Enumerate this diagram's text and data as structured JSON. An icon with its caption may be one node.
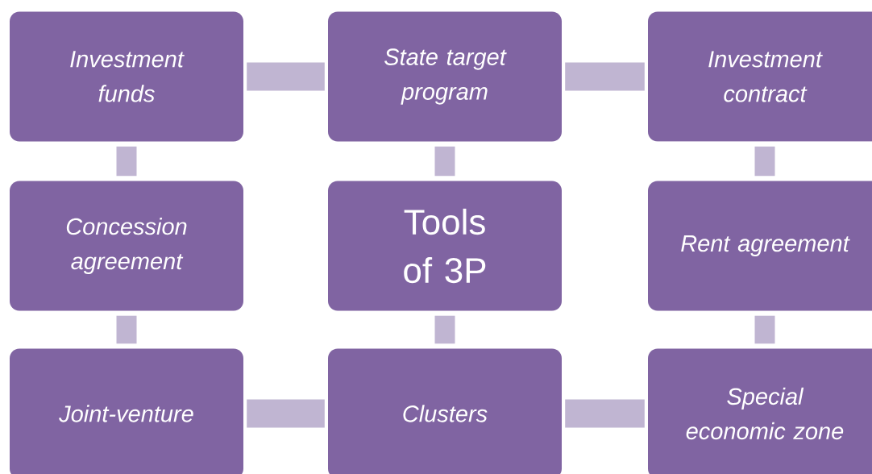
{
  "diagram": {
    "nodes": [
      {
        "text": [
          "Investment funds"
        ]
      },
      {
        "text": [
          "State target program"
        ]
      },
      {
        "text": [
          "Investment contract"
        ]
      },
      {
        "text": [
          "Concession agreement"
        ]
      },
      {
        "text": [
          "Tools of 3P"
        ]
      },
      {
        "text": [
          "Rent agreement"
        ]
      },
      {
        "text": [
          "Joint-venture"
        ]
      },
      {
        "text": [
          "Clusters"
        ]
      },
      {
        "text": [
          "Special economic zone"
        ]
      }
    ],
    "edges": [
      {
        "from": 0,
        "to": 1,
        "arrow": "none"
      },
      {
        "from": 1,
        "to": 2,
        "arrow": "none"
      },
      {
        "from": 0,
        "to": 3,
        "arrow": "none"
      },
      {
        "from": 1,
        "to": 4,
        "arrow": "none"
      },
      {
        "from": 2,
        "to": 5,
        "arrow": "none"
      },
      {
        "from": 3,
        "to": 6,
        "arrow": "none"
      },
      {
        "from": 4,
        "to": 7,
        "arrow": "none"
      },
      {
        "from": 5,
        "to": 8,
        "arrow": "none"
      },
      {
        "from": 6,
        "to": 7,
        "arrow": "none"
      },
      {
        "from": 7,
        "to": 8,
        "arrow": "none"
      }
    ]
  }
}
